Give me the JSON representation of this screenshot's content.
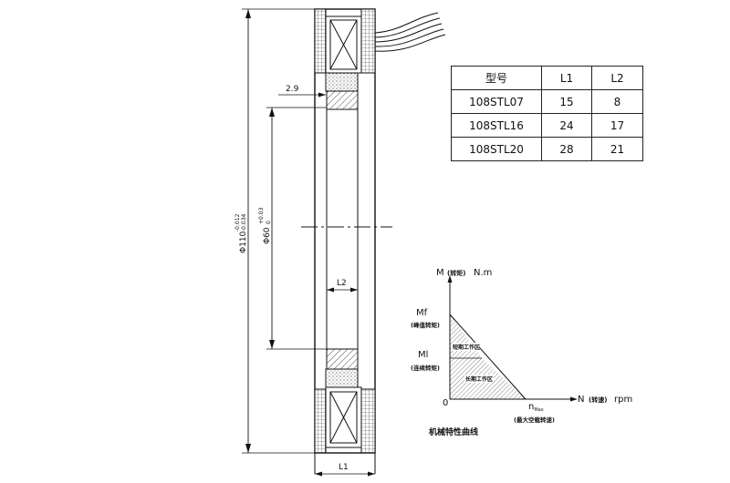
{
  "drawing": {
    "dim_outer_dia": "Φ110",
    "dim_outer_tol_upper": "-0.012",
    "dim_outer_tol_lower": "-0.034",
    "dim_inner_dia": "Φ60",
    "dim_inner_tol_upper": "+0.03",
    "dim_inner_tol_lower": "0",
    "dim_step": "2.9",
    "dim_l2": "L2",
    "dim_l1": "L1"
  },
  "spec_table": {
    "headers": [
      "型号",
      "L1",
      "L2"
    ],
    "rows": [
      [
        "108STL07",
        "15",
        "8"
      ],
      [
        "108STL16",
        "24",
        "17"
      ],
      [
        "108STL20",
        "28",
        "21"
      ]
    ]
  },
  "curve": {
    "y_axis_label": "M",
    "y_axis_label_cn": "(转矩)",
    "y_axis_unit": "N.m",
    "x_axis_label": "N",
    "x_axis_label_cn": "(转速)",
    "x_axis_unit": "rpm",
    "origin": "0",
    "mf_label": "Mf",
    "mf_label_cn": "(峰值转矩)",
    "ml_label": "Ml",
    "ml_label_cn": "(连续转矩)",
    "nmax_label": "n",
    "nmax_sub": "Max",
    "nmax_label_cn": "(最大空载转速)",
    "zone_short": "短期工作区",
    "zone_long": "长期工作区",
    "title": "机械特性曲线"
  }
}
